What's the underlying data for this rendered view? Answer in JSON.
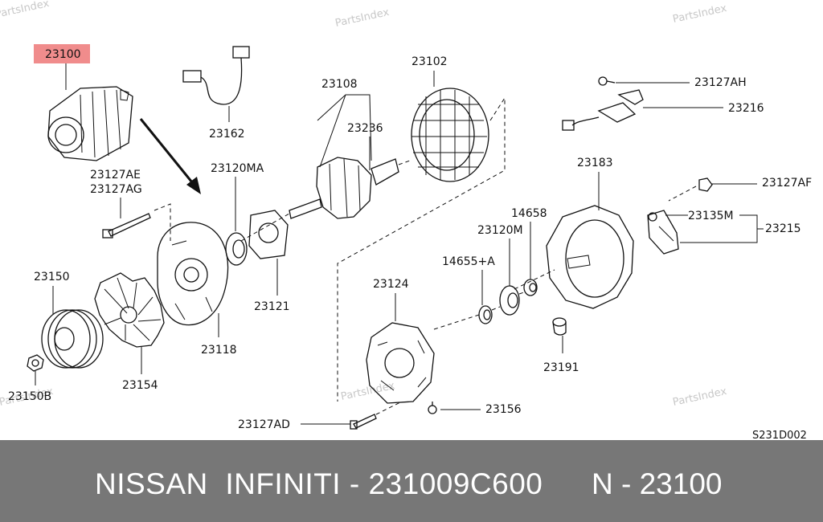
{
  "watermark": "PartsIndex",
  "diagram_code": "S231D002",
  "highlight_color": "#f08c8c",
  "footer_color": "#777777",
  "labels": {
    "p23100": "23100",
    "p23162": "23162",
    "p23108": "23108",
    "p23102": "23102",
    "p23236": "23236",
    "p23127AH": "23127AH",
    "p23216": "23216",
    "p23127AE": "23127AE",
    "p23127AG": "23127AG",
    "p23120MA": "23120MA",
    "p23183": "23183",
    "p23127AF": "23127AF",
    "p14658": "14658",
    "p23135M": "23135M",
    "p23215": "23215",
    "p23120M": "23120M",
    "p14655A": "14655+A",
    "p23150": "23150",
    "p23121": "23121",
    "p23124": "23124",
    "p23118": "23118",
    "p23191": "23191",
    "p23154": "23154",
    "p23150B": "23150B",
    "p23156": "23156",
    "p23127AD": "23127AD"
  },
  "footer": {
    "title": "NISSAN  INFINITI - 231009C600",
    "code": "N - 23100"
  }
}
